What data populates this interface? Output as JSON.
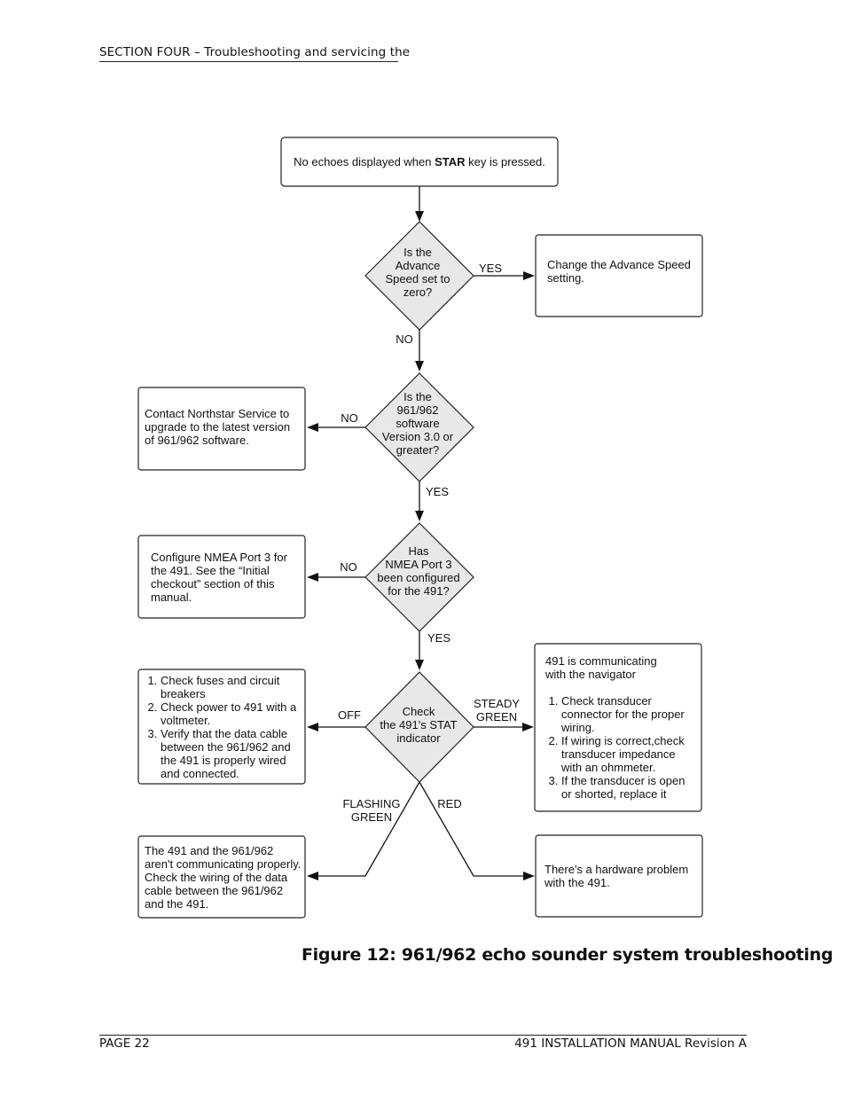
{
  "header": {
    "section_title": "SECTION FOUR – Troubleshooting and servicing the"
  },
  "flowchart": {
    "start": {
      "text_before": "No echoes displayed when ",
      "text_bold": "STAR",
      "text_after": " key is pressed."
    },
    "q1": {
      "lines": [
        "Is the",
        "Advance",
        "Speed set to",
        "zero?"
      ]
    },
    "q1_yes_label": "YES",
    "q1_no_label": "NO",
    "a1": "Change the Advance Speed setting.",
    "q2": {
      "lines": [
        "Is the",
        "961/962",
        "software",
        "Version 3.0 or",
        "greater?"
      ]
    },
    "q2_no_label": "NO",
    "q2_yes_label": "YES",
    "a2": "Contact Northstar Service to upgrade to the latest version of 961/962 software.",
    "q3": {
      "lines": [
        "Has",
        "NMEA Port 3",
        "been configured",
        "for the 491?"
      ]
    },
    "q3_no_label": "NO",
    "q3_yes_label": "YES",
    "a3": "Configure NMEA Port 3 for the 491. See the “Initial checkout” section of this manual.",
    "q4": {
      "lines": [
        "Check",
        "the 491's STAT",
        "indicator"
      ]
    },
    "q4_off_label": "OFF",
    "q4_steady_label": [
      "STEADY",
      "GREEN"
    ],
    "q4_flashing_label": [
      "FLASHING",
      "GREEN"
    ],
    "q4_red_label": "RED",
    "a_off": {
      "items": [
        "Check fuses and circuit breakers",
        "Check power to 491 with a voltmeter.",
        "Verify that the data cable between the 961/962 and the 491 is properly wired and connected."
      ]
    },
    "a_steady": {
      "intro": [
        "491 is communicating",
        "with the navigator"
      ],
      "items": [
        "Check transducer connector for the proper wiring.",
        "If wiring is correct,check transducer impedance with an ohmmeter.",
        "If the transducer is open or shorted, replace it"
      ]
    },
    "a_flashing": "The 491 and the 961/962 aren't communicating properly. Check the wiring of the data cable between the 961/962 and the 491.",
    "a_red": "There's a hardware problem with the 491."
  },
  "caption": "Figure 12:  961/962 echo sounder system troubleshooting",
  "footer": {
    "left": "PAGE 22",
    "right": "491 INSTALLATION MANUAL Revision A"
  }
}
